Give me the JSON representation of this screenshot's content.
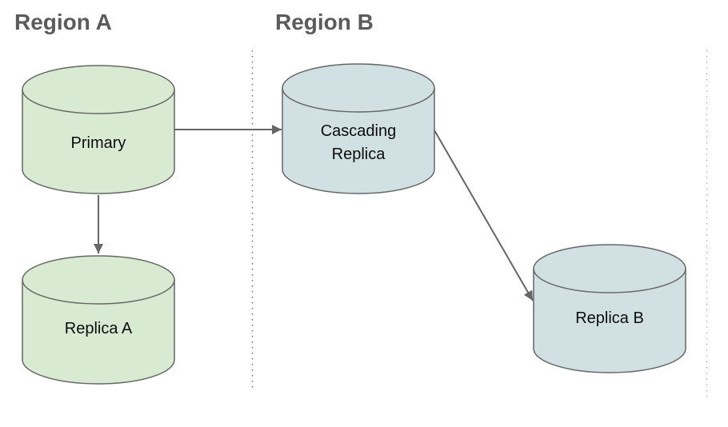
{
  "diagram": {
    "description": "Cross-region database cascading replication topology",
    "regions": [
      {
        "id": "region-a",
        "label": "Region A"
      },
      {
        "id": "region-b",
        "label": "Region B"
      }
    ],
    "nodes": [
      {
        "id": "primary",
        "region": "Region A",
        "shape": "database-cylinder",
        "fill": "#d9ead3",
        "lines": [
          "Primary"
        ]
      },
      {
        "id": "replica-a",
        "region": "Region A",
        "shape": "database-cylinder",
        "fill": "#d9ead3",
        "lines": [
          "Replica A"
        ]
      },
      {
        "id": "cascading-replica",
        "region": "Region B",
        "shape": "database-cylinder",
        "fill": "#d0e0e3",
        "lines": [
          "Cascading",
          "Replica"
        ]
      },
      {
        "id": "replica-b",
        "region": "Region B",
        "shape": "database-cylinder",
        "fill": "#d0e0e3",
        "lines": [
          "Replica B"
        ]
      }
    ],
    "edges": [
      {
        "from": "primary",
        "to": "cascading-replica",
        "style": "solid-arrow"
      },
      {
        "from": "primary",
        "to": "replica-a",
        "style": "solid-arrow"
      },
      {
        "from": "cascading-replica",
        "to": "replica-b",
        "style": "solid-arrow"
      }
    ],
    "colors": {
      "region_a_node_fill": "#d9ead3",
      "region_b_node_fill": "#d0e0e3",
      "shape_stroke": "#666666",
      "region_label_text": "#5b5b5b",
      "node_label_text": "#0d0d0d",
      "background": "#ffffff"
    }
  }
}
